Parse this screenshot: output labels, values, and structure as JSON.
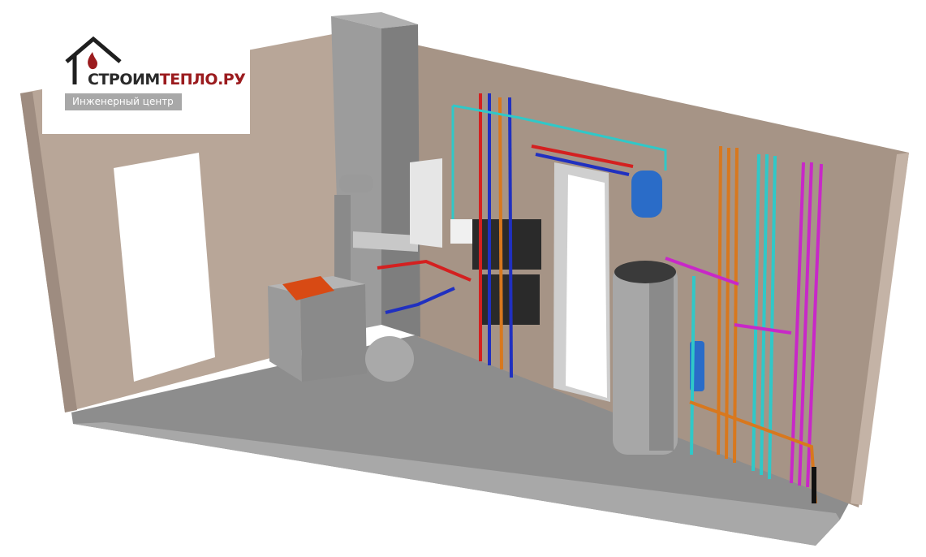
{
  "logo": {
    "brand_part1": "СТРОИМ",
    "brand_part2": "ТЕПЛО.РУ",
    "tagline": "Инженерный центр",
    "colors": {
      "dark": "#2a2a2a",
      "accent": "#9b1b1e",
      "tag_bg": "#a8a8a8"
    }
  },
  "scene": {
    "subject": "boiler-room-3d",
    "colors": {
      "wall": "#b3a296",
      "floor": "#8e8e8e",
      "hot": "#d42020",
      "cold": "#2030c0",
      "supply": "#d8781e",
      "water": "#30c8c8",
      "heating": "#c828c8"
    }
  }
}
